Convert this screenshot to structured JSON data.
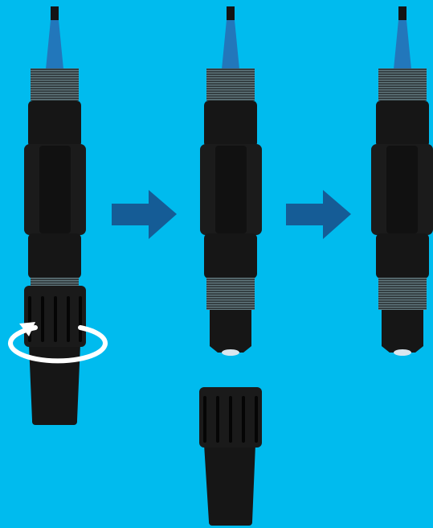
{
  "colors": {
    "background": "#00bbee",
    "arrow": "#155c96",
    "cable": "#2277bb",
    "cable_tip": "#141414",
    "body": "#161616",
    "body_highlight": "#262626",
    "thread": "#556a70",
    "cap_ridge": "#050505",
    "rotation_arrow": "#ffffff",
    "sensor_tip": "#dbe6ee"
  },
  "steps": [
    {
      "name": "step-1",
      "state": "cap-attached",
      "rotation_indicator": "rotate-icon"
    },
    {
      "name": "step-2",
      "state": "cap-removed",
      "removed_part": "protective-cap"
    },
    {
      "name": "step-3",
      "state": "ready"
    }
  ],
  "transition_icons": [
    "arrow-right-icon",
    "arrow-right-icon"
  ]
}
